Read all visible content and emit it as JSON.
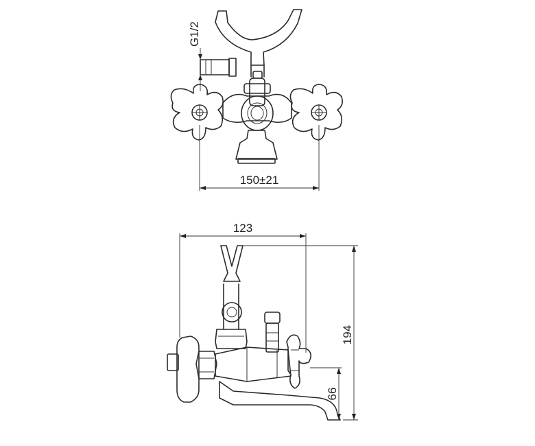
{
  "dimensions": {
    "thread": "G1/2",
    "center_distance": "150±21",
    "depth": "123",
    "height": "194",
    "spout_height": "66"
  }
}
